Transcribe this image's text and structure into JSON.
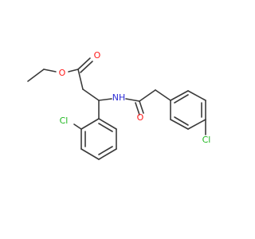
{
  "molecule": {
    "atoms": {
      "o_carbonyl_ester": "O",
      "o_ether_ester": "O",
      "nh": "NH",
      "o_amide": "O",
      "cl_ortho": "Cl",
      "cl_para": "Cl"
    },
    "colors": {
      "oxygen": "#ff1a1a",
      "nitrogen": "#2b2bd6",
      "chlorine": "#1fb81f",
      "bond": "#3a3a3a"
    }
  }
}
